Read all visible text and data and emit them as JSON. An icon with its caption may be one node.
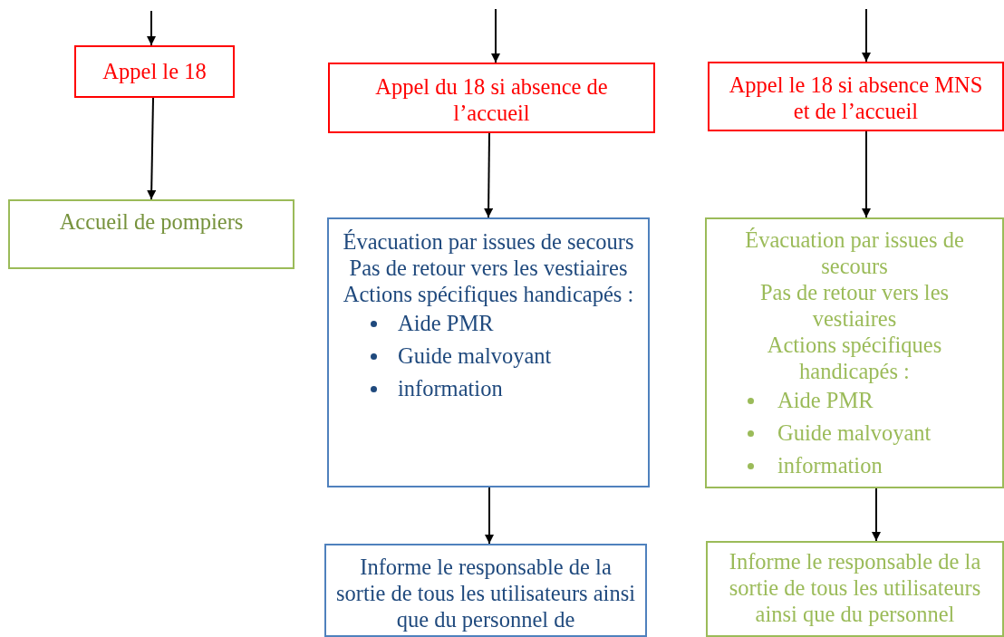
{
  "diagram": {
    "nodes": [
      {
        "text": [
          "Appel le 18"
        ]
      },
      {
        "text": [
          "Accueil de pompiers"
        ]
      },
      {
        "text": [
          "Appel du 18 si absence de l’accueil"
        ]
      },
      {
        "text": [
          "Évacuation par issues de secours",
          "Pas de retour vers les vestiaires",
          "Actions spécifiques handicapés :",
          "Aide PMR",
          "Guide malvoyant",
          "information"
        ]
      },
      {
        "text": [
          "Informe le responsable de la sortie de tous les utilisateurs ainsi que du personnel de"
        ]
      },
      {
        "text": [
          "Appel le 18 si absence MNS et de l’accueil"
        ]
      },
      {
        "text": [
          "Évacuation par issues de secours",
          "Pas de retour vers les vestiaires",
          "Actions spécifiques handicapés :",
          "Aide PMR",
          "Guide malvoyant",
          "information"
        ]
      },
      {
        "text": [
          "Informe le responsable de la sortie de tous les utilisateurs ainsi que du personnel"
        ]
      }
    ],
    "edges": [
      {
        "from": null,
        "to": 0,
        "arrow": "to"
      },
      {
        "from": 0,
        "to": 1,
        "arrow": "to"
      },
      {
        "from": null,
        "to": 2,
        "arrow": "to"
      },
      {
        "from": 2,
        "to": 3,
        "arrow": "to"
      },
      {
        "from": 3,
        "to": 4,
        "arrow": "to"
      },
      {
        "from": null,
        "to": 5,
        "arrow": "to"
      },
      {
        "from": 5,
        "to": 6,
        "arrow": "to"
      },
      {
        "from": 6,
        "to": 7,
        "arrow": "to"
      }
    ]
  }
}
